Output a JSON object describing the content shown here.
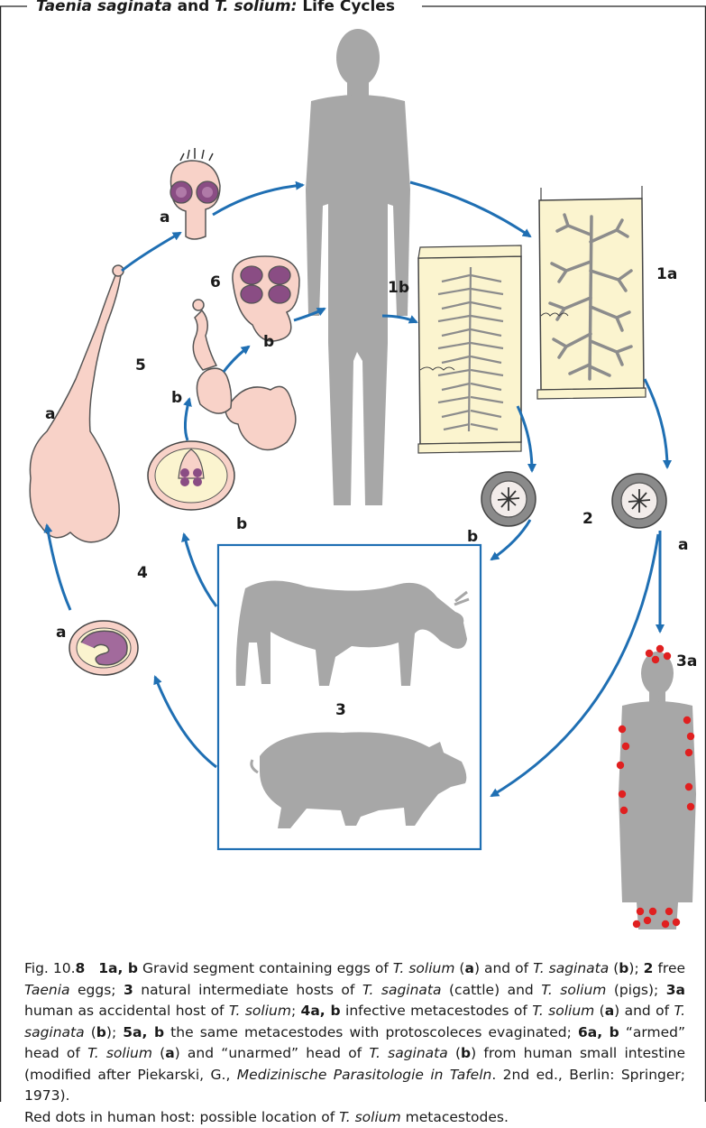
{
  "header": {
    "title_part1": "Taenia saginata",
    "title_part2": " and ",
    "title_part3": "T. solium:",
    "title_part4": " Life Cycles"
  },
  "labels": {
    "l1a": "1a",
    "l1b": "1b",
    "l2": "2",
    "l2a": "a",
    "l2b": "b",
    "l3": "3",
    "l3a": "3a",
    "l4": "4",
    "l4a": "a",
    "l4b": "b",
    "l5": "5",
    "l5a": "a",
    "l5b": "b",
    "l6": "6",
    "l6a": "a",
    "l6b": "b"
  },
  "caption": {
    "fig": "Fig. 10.",
    "fignum": "8",
    "t1": "1a, b",
    "t2": " Gravid segment containing eggs of ",
    "t3": "T. solium",
    "t4": " (",
    "t5": "a",
    "t6": ") and of ",
    "t7": "T. saginata",
    "t8": " (",
    "t9": "b",
    "t10": "); ",
    "t11": "2",
    "t12": " free ",
    "t13": "Taenia",
    "t14": " eggs; ",
    "t15": "3",
    "t16": " natural intermediate hosts of ",
    "t17": "T. saginata",
    "t18": " (cattle) and ",
    "t19": "T. solium",
    "t20": " (pigs); ",
    "t21": "3a",
    "t22": " human as accidental host of ",
    "t23": "T. solium",
    "t24": "; ",
    "t25": "4a, b",
    "t26": " infective metacestodes of ",
    "t27": "T. solium",
    "t28": " (",
    "t29": "a",
    "t30": ") and of ",
    "t31": "T. saginata",
    "t32": " (",
    "t33": "b",
    "t34": "); ",
    "t35": "5a, b",
    "t36": " the same metacestodes with protoscoleces evaginated; ",
    "t37": "6a, b",
    "t38": " “armed” head of ",
    "t39": "T. solium",
    "t40": " (",
    "t41": "a",
    "t42": ") and “unarmed” head of ",
    "t43": "T. saginata",
    "t44": " (",
    "t45": "b",
    "t46": ") from human small intestine (modified after Piekarski, G., ",
    "t47": "Medizinische Parasitologie in Tafeln",
    "t48": ". 2nd ed., Berlin: Springer; 1973).",
    "line2": "Red dots in human host: possible location of ",
    "line2i": "T. solium",
    "line2e": " metacestodes."
  },
  "colors": {
    "arrow": "#1f6fb3",
    "host_gray": "#a7a7a7",
    "worm_pink": "#f8d2c8",
    "segment_yellow": "#fbf4cf",
    "sucker_purple": "#8a4d84",
    "red_dot": "#e02020"
  }
}
